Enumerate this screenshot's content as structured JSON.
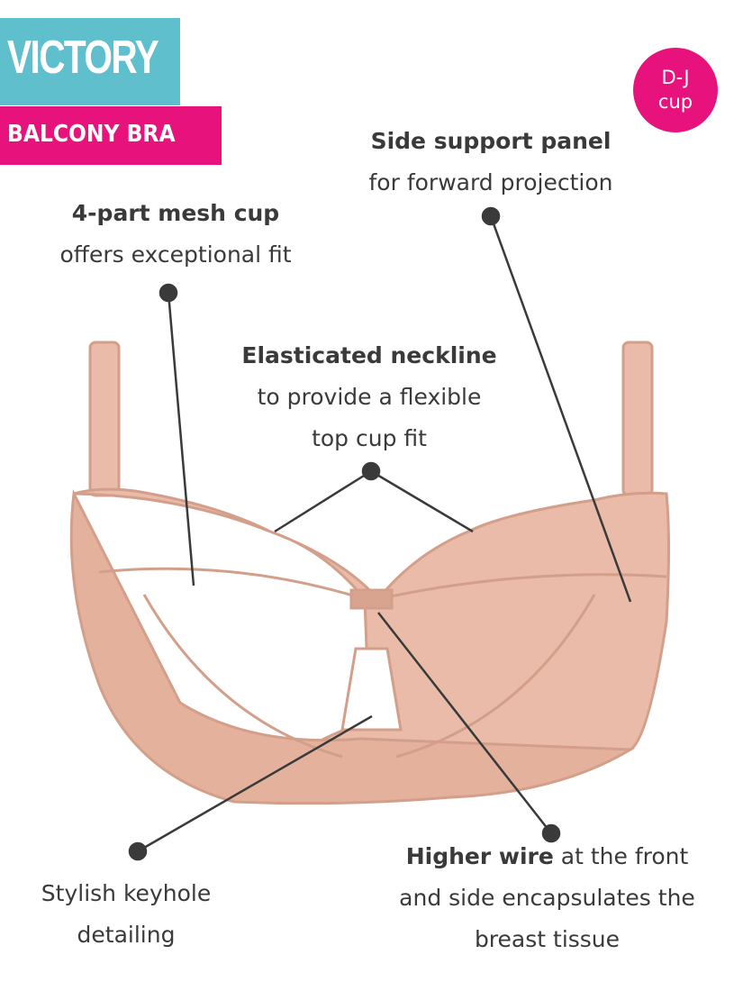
{
  "brand": {
    "name": "VICTORY",
    "style": "BALCONY BRA",
    "cup_badge": {
      "line1": "D-J",
      "line2": "cup"
    }
  },
  "colors": {
    "teal": "#5fbfcc",
    "pink": "#e8127c",
    "fabric": "#e8b9a6",
    "text": "#3a3a3a"
  },
  "callouts": {
    "side_panel": {
      "title": "Side support panel",
      "body": "for forward projection"
    },
    "mesh_cup": {
      "title": "4-part mesh cup",
      "body": "offers exceptional fit"
    },
    "neckline": {
      "title": "Elasticated neckline",
      "body1": "to provide a flexible",
      "body2": "top cup fit"
    },
    "keyhole": {
      "body1": "Stylish keyhole",
      "body2": "detailing"
    },
    "wire": {
      "title": "Higher wire",
      "body1": " at the front",
      "body2": "and side encapsulates the",
      "body3": "breast tissue"
    }
  }
}
